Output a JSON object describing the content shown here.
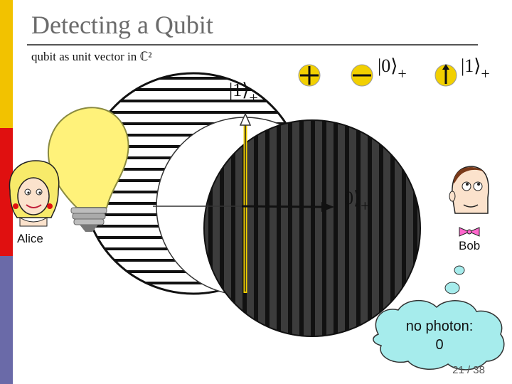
{
  "slide": {
    "title": "Detecting a Qubit",
    "subtitle": "qubit as unit vector in ℂ²",
    "page_number": "21 / 38"
  },
  "kets": {
    "one_top_left": "|1⟩",
    "one_top_left_sub": "+",
    "zero_top": "|0⟩",
    "zero_top_sub": "+",
    "one_top_right": "|1⟩",
    "one_top_right_sub": "+",
    "zero_axis": "0⟩",
    "zero_axis_sub": "+"
  },
  "people": {
    "alice": "Alice",
    "bob": "Bob"
  },
  "thought": {
    "line1": "no photon:",
    "line2": "0"
  },
  "colors": {
    "sidebar_top": "#f2c200",
    "sidebar_mid": "#e01010",
    "sidebar_bottom": "#6a6aa8",
    "bulb": "#fff27a",
    "thought_bubble": "#a6ecec",
    "bob_bowtie": "#ff66cc"
  }
}
